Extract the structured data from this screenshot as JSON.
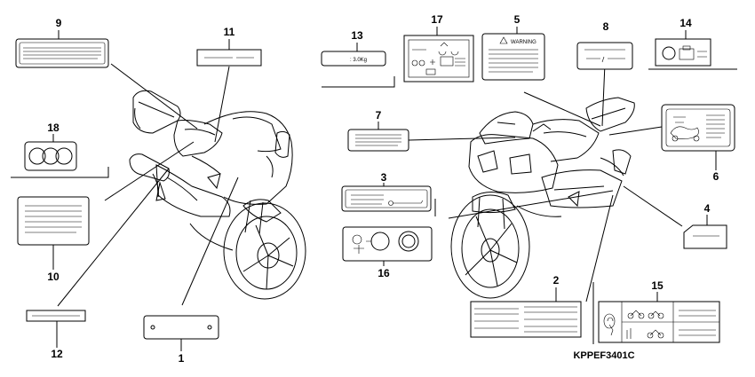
{
  "callouts": {
    "c1": "1",
    "c2": "2",
    "c3": "3",
    "c4": "4",
    "c5": "5",
    "c6": "6",
    "c7": "7",
    "c8": "8",
    "c9": "9",
    "c10": "10",
    "c11": "11",
    "c12": "12",
    "c13": "13",
    "c14": "14",
    "c15": "15",
    "c16": "16",
    "c17": "17",
    "c18": "18"
  },
  "labels": {
    "load_capacity": ": 3.0Kg",
    "warning": "WARNING"
  },
  "diagram_code": "KPPEF3401C"
}
